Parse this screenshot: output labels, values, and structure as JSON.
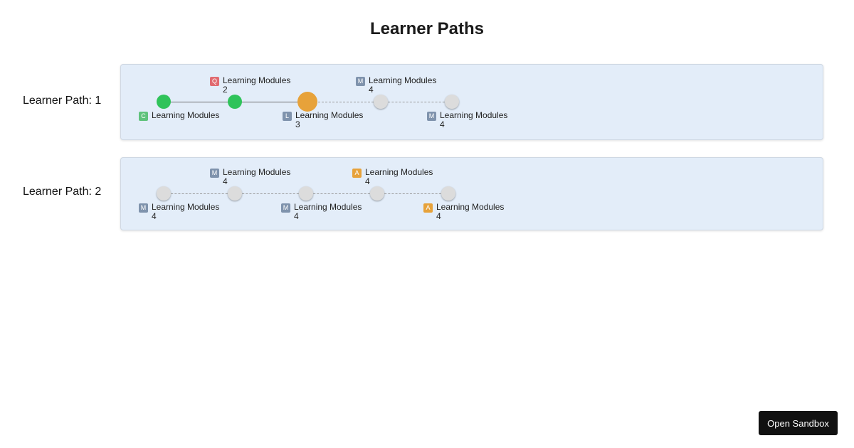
{
  "page": {
    "title": "Learner Paths"
  },
  "paths": [
    {
      "label": "Learner Path: 1",
      "nodes": [
        {
          "state": "complete",
          "badge": "C",
          "badge_type": "c",
          "title": "Learning Modules",
          "count": "",
          "position": "below"
        },
        {
          "state": "complete",
          "badge": "Q",
          "badge_type": "q",
          "title": "Learning Modules",
          "count": "2",
          "position": "above"
        },
        {
          "state": "current",
          "badge": "L",
          "badge_type": "l",
          "title": "Learning Modules",
          "count": "3",
          "position": "below"
        },
        {
          "state": "locked",
          "badge": "M",
          "badge_type": "m",
          "title": "Learning Modules",
          "count": "4",
          "position": "above"
        },
        {
          "state": "locked",
          "badge": "M",
          "badge_type": "m",
          "title": "Learning Modules",
          "count": "4",
          "position": "below"
        }
      ]
    },
    {
      "label": "Learner Path: 2",
      "nodes": [
        {
          "state": "locked",
          "badge": "M",
          "badge_type": "m",
          "title": "Learning Modules",
          "count": "4",
          "position": "below"
        },
        {
          "state": "locked",
          "badge": "M",
          "badge_type": "m",
          "title": "Learning Modules",
          "count": "4",
          "position": "above"
        },
        {
          "state": "locked",
          "badge": "M",
          "badge_type": "m",
          "title": "Learning Modules",
          "count": "4",
          "position": "below"
        },
        {
          "state": "locked",
          "badge": "A",
          "badge_type": "a",
          "title": "Learning Modules",
          "count": "4",
          "position": "above"
        },
        {
          "state": "locked",
          "badge": "A",
          "badge_type": "a",
          "title": "Learning Modules",
          "count": "4",
          "position": "below"
        }
      ]
    }
  ],
  "actions": {
    "sandbox_label": "Open Sandbox"
  },
  "colors": {
    "complete": "#2fc35a",
    "current": "#e7a23a",
    "locked": "#dcdcdc",
    "card_background": "#e3edf9"
  }
}
